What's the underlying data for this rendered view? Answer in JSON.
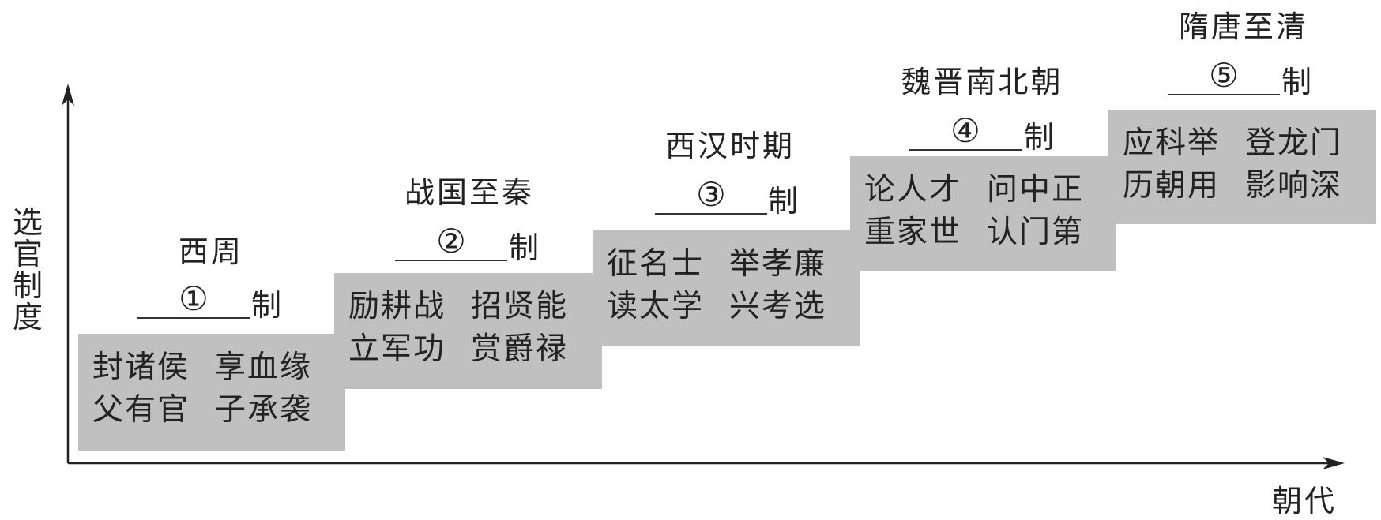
{
  "axes": {
    "y_label": "选官制度",
    "x_label": "朝代"
  },
  "suffix": "制",
  "stages": [
    {
      "period": "西周",
      "blank": "①",
      "lines": [
        [
          "封诸侯",
          "享血缘"
        ],
        [
          "父有官",
          "子承袭"
        ]
      ]
    },
    {
      "period": "战国至秦",
      "blank": "②",
      "lines": [
        [
          "励耕战",
          "招贤能"
        ],
        [
          "立军功",
          "赏爵禄"
        ]
      ]
    },
    {
      "period": "西汉时期",
      "blank": "③",
      "lines": [
        [
          "征名士",
          "举孝廉"
        ],
        [
          "读太学",
          "兴考选"
        ]
      ]
    },
    {
      "period": "魏晋南北朝",
      "blank": "④",
      "lines": [
        [
          "论人才",
          "问中正"
        ],
        [
          "重家世",
          "认门第"
        ]
      ]
    },
    {
      "period": "隋唐至清",
      "blank": "⑤",
      "lines": [
        [
          "应科举",
          "登龙门"
        ],
        [
          "历朝用",
          "影响深"
        ]
      ]
    }
  ]
}
